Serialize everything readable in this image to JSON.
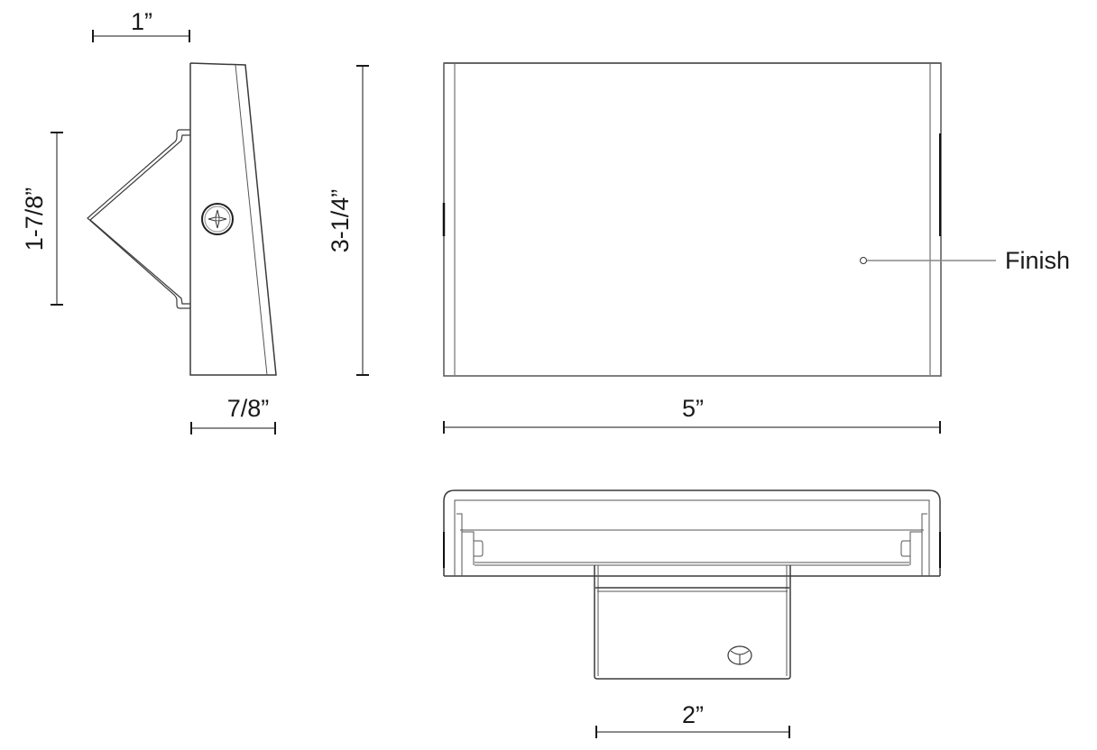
{
  "drawing": {
    "title": "Wall sconce dimension drawing",
    "views": [
      "side-view",
      "front-view",
      "bottom-view"
    ]
  },
  "dimensions": {
    "side_top_depth": "1”",
    "side_bottom_depth": "7/8”",
    "bracket_height": "1-7/8”",
    "overall_height": "3-1/4”",
    "overall_width": "5”",
    "backplate_width": "2”"
  },
  "callouts": {
    "finish": "Finish"
  },
  "colors": {
    "line": "#3a3a3a",
    "dimension_line": "#8a8a8a",
    "text": "#1a1a1a",
    "background": "#ffffff"
  }
}
